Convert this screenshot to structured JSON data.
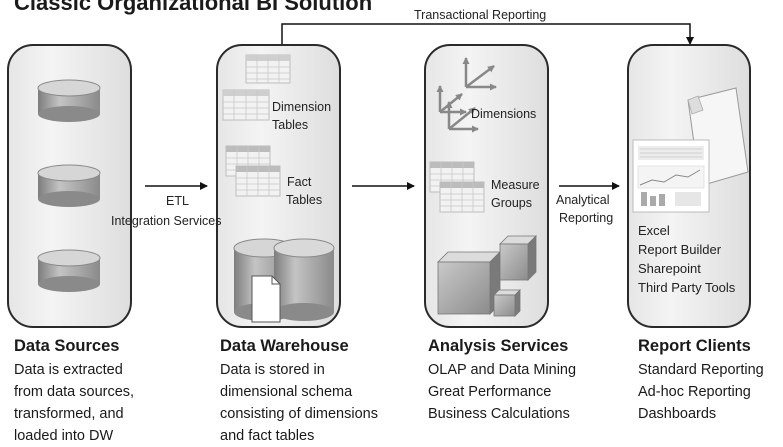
{
  "title": "Classic Organizational BI Solution",
  "flow_labels": {
    "transactional_reporting": "Transactional Reporting",
    "etl": "ETL",
    "integration_services": "Integration Services",
    "analytical": "Analytical",
    "reporting": "Reporting"
  },
  "warehouse_box": {
    "dimension_label_1": "Dimension",
    "dimension_label_2": "Tables",
    "fact_label_1": "Fact",
    "fact_label_2": "Tables"
  },
  "analysis_box": {
    "dimensions_label": "Dimensions",
    "measure_label_1": "Measure",
    "measure_label_2": "Groups"
  },
  "clients_box": {
    "tools": [
      "Excel",
      "Report Builder",
      "Sharepoint",
      "Third Party Tools"
    ]
  },
  "panels": [
    {
      "title": "Data Sources",
      "lines": [
        "Data is extracted",
        "from data sources,",
        "transformed, and",
        "loaded into DW"
      ]
    },
    {
      "title": "Data Warehouse",
      "lines": [
        "Data is stored in",
        "dimensional schema",
        "consisting of dimensions",
        "and fact tables"
      ]
    },
    {
      "title": "Analysis Services",
      "lines": [
        "OLAP and Data Mining",
        "Great Performance",
        "Business Calculations"
      ]
    },
    {
      "title": "Report Clients",
      "lines": [
        "Standard Reporting",
        "Ad-hoc Reporting",
        "Dashboards"
      ]
    }
  ]
}
